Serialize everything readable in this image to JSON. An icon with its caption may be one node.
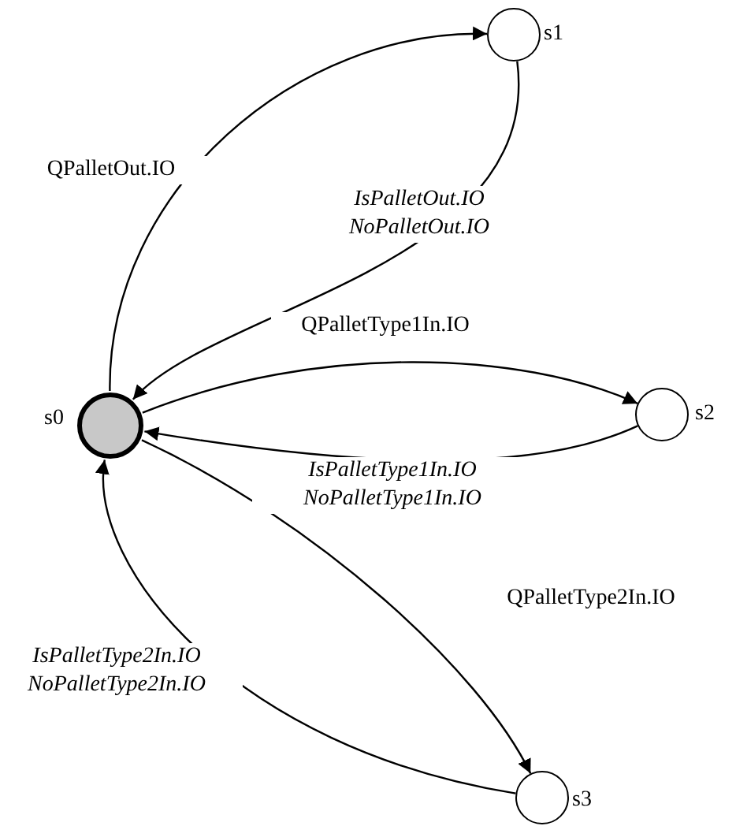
{
  "diagram": {
    "nodes": [
      {
        "text": [],
        "shape": "circle",
        "beside": [
          "s0"
        ]
      },
      {
        "text": [],
        "shape": "circle",
        "beside": [
          "s1"
        ]
      },
      {
        "text": [],
        "shape": "circle",
        "beside": [
          "s2"
        ]
      },
      {
        "text": [],
        "shape": "circle",
        "beside": [
          "s3"
        ]
      }
    ],
    "edges": [
      {
        "from": 0,
        "to": 1,
        "arrow": "to",
        "label": "QPalletOut.IO"
      },
      {
        "from": 1,
        "to": 0,
        "arrow": "to",
        "label": "IsPalletOut.IO NoPalletOut.IO"
      },
      {
        "from": 0,
        "to": 2,
        "arrow": "to",
        "label": "QPalletType1In.IO"
      },
      {
        "from": 2,
        "to": 0,
        "arrow": "to",
        "label": "IsPalletType1In.IO NoPalletType1In.IO"
      },
      {
        "from": 0,
        "to": 3,
        "arrow": "to",
        "label": "QPalletType2In.IO"
      },
      {
        "from": 3,
        "to": 0,
        "arrow": "to",
        "label": "IsPalletType2In.IO NoPalletType2In.IO"
      }
    ]
  }
}
